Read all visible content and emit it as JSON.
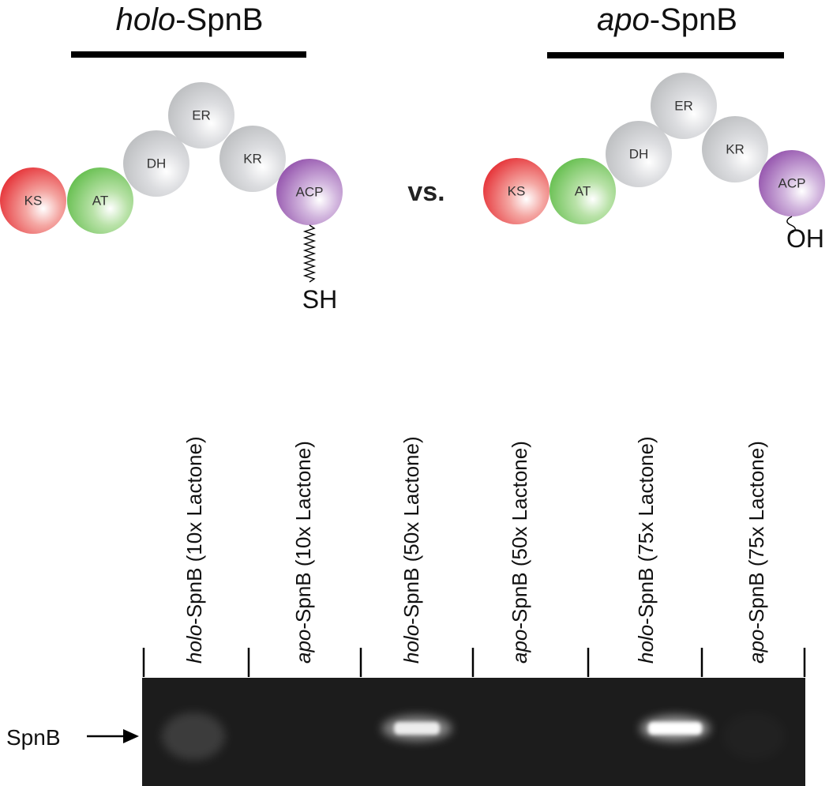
{
  "colors": {
    "ks": "#e4262c",
    "at": "#5dbb46",
    "gray_domain": "#b9bbbd",
    "acp": "#8e4aa8",
    "gel_background": "#1c1c1c",
    "band": "#ffffff"
  },
  "panels": [
    {
      "title_prefix": "holo",
      "title_suffix": "-SpnB",
      "domains": [
        "KS",
        "AT",
        "DH",
        "ER",
        "KR",
        "ACP"
      ],
      "terminal_group": "SH",
      "linker": "zigzag"
    },
    {
      "title_prefix": "apo",
      "title_suffix": "-SpnB",
      "domains": [
        "KS",
        "AT",
        "DH",
        "ER",
        "KR",
        "ACP"
      ],
      "terminal_group": "OH",
      "linker": "short-wave"
    }
  ],
  "comparison_text": "vs.",
  "gel": {
    "lanes": [
      {
        "prefix": "holo",
        "rest": "-SpnB (10x Lactone)",
        "band_intensity": 0.25
      },
      {
        "prefix": "apo",
        "rest": "-SpnB (10x Lactone)",
        "band_intensity": 0.0
      },
      {
        "prefix": "holo",
        "rest": "-SpnB (50x Lactone)",
        "band_intensity": 0.85
      },
      {
        "prefix": "apo",
        "rest": "-SpnB (50x Lactone)",
        "band_intensity": 0.0
      },
      {
        "prefix": "holo",
        "rest": "-SpnB (75x Lactone)",
        "band_intensity": 1.0
      },
      {
        "prefix": "apo",
        "rest": "-SpnB (75x Lactone)",
        "band_intensity": 0.03
      }
    ],
    "band_marker": "SpnB"
  }
}
